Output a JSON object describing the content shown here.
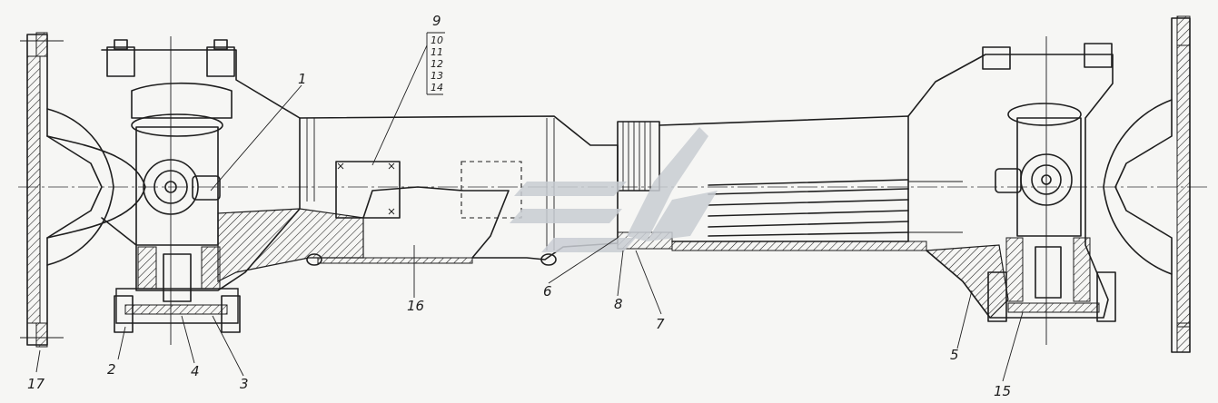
{
  "callouts": [
    {
      "id": "1",
      "text": "1"
    },
    {
      "id": "2",
      "text": "2"
    },
    {
      "id": "3",
      "text": "3"
    },
    {
      "id": "4",
      "text": "4"
    },
    {
      "id": "5",
      "text": "5"
    },
    {
      "id": "6",
      "text": "6"
    },
    {
      "id": "7",
      "text": "7"
    },
    {
      "id": "8",
      "text": "8"
    },
    {
      "id": "9",
      "text": "9"
    },
    {
      "id": "15",
      "text": "15"
    },
    {
      "id": "16",
      "text": "16"
    },
    {
      "id": "17",
      "text": "17"
    }
  ],
  "label_stack": [
    "10",
    "11",
    "12",
    "13",
    "14"
  ],
  "colors": {
    "line": "#1e1e1e",
    "watermark": "#c9cdd3",
    "hatch": "#1e1e1e"
  },
  "icons": {
    "watermark": "logo-watermark-icon"
  }
}
